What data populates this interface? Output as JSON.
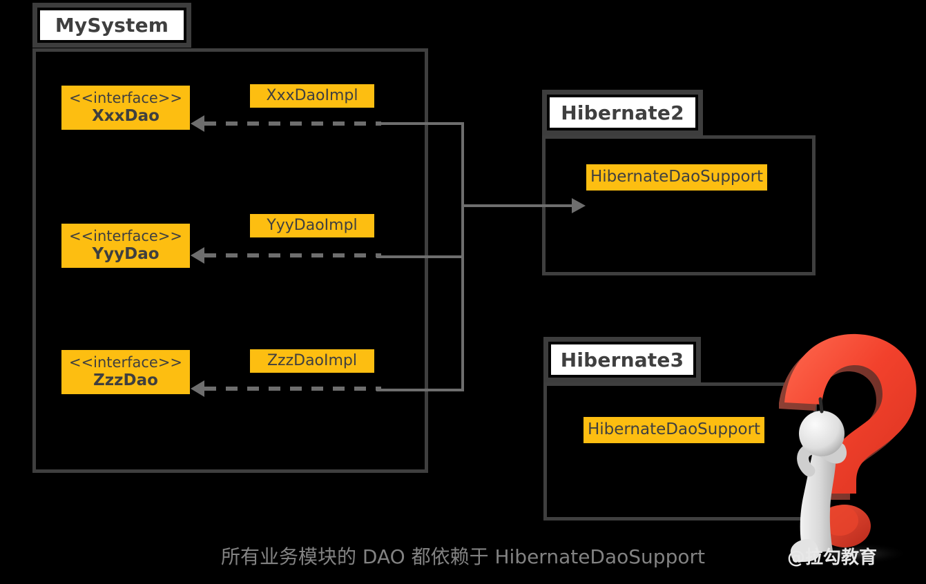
{
  "diagram": {
    "title": "DAO dependency on HibernateDaoSupport",
    "colors": {
      "background": "#000000",
      "class_box": "#fdbe11",
      "text": "#3f3f3f",
      "package_border": "#3f3f3f",
      "connector": "#6e6e6e",
      "caption": "#828282",
      "question_mark": "#f1402d"
    }
  },
  "packages": {
    "mysystem": {
      "name": "MySystem",
      "classes": [
        {
          "stereotype": "<<interface>>",
          "name": "XxxDao"
        },
        {
          "stereotype": "<<interface>>",
          "name": "YyyDao"
        },
        {
          "stereotype": "<<interface>>",
          "name": "ZzzDao"
        }
      ],
      "impls": [
        {
          "name": "XxxDaoImpl"
        },
        {
          "name": "YyyDaoImpl"
        },
        {
          "name": "ZzzDaoImpl"
        }
      ]
    },
    "hibernate2": {
      "name": "Hibernate2",
      "classes": [
        {
          "name": "HibernateDaoSupport"
        }
      ]
    },
    "hibernate3": {
      "name": "Hibernate3",
      "classes": [
        {
          "name": "HibernateDaoSupport"
        }
      ]
    }
  },
  "caption": {
    "text": "所有业务模块的 DAO 都依赖于 HibernateDaoSupport"
  },
  "watermark": {
    "text": "@拉勾教育"
  }
}
